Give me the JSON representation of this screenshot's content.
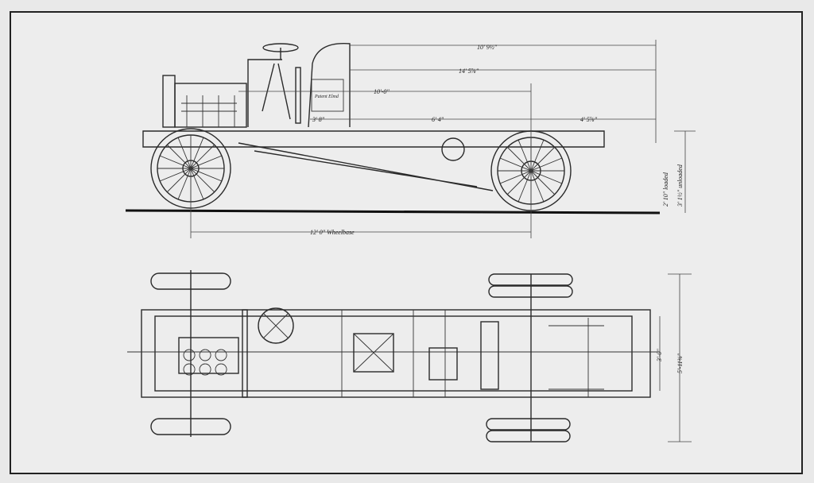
{
  "drawing": {
    "placard": "Patent Elmd",
    "side_view": {
      "dim_overall_length": "10' 9½\"",
      "dim_body_length": "14' 5⅞\"",
      "dim_front_to_axle": "10'-0\"",
      "dim_dash": "3' 8\"",
      "dim_body_to_axle": "6' 4\"",
      "dim_overhang": "4' 5⅞\"",
      "dim_wheelbase": "12' 0\" Wheelbase",
      "dim_height_loaded": "2' 10\" loaded",
      "dim_height_unloaded": "3' 1½\" unloaded"
    },
    "plan_view": {
      "dim_frame_width": "3'-0\"",
      "dim_tread": "5'-11⅜\""
    }
  }
}
